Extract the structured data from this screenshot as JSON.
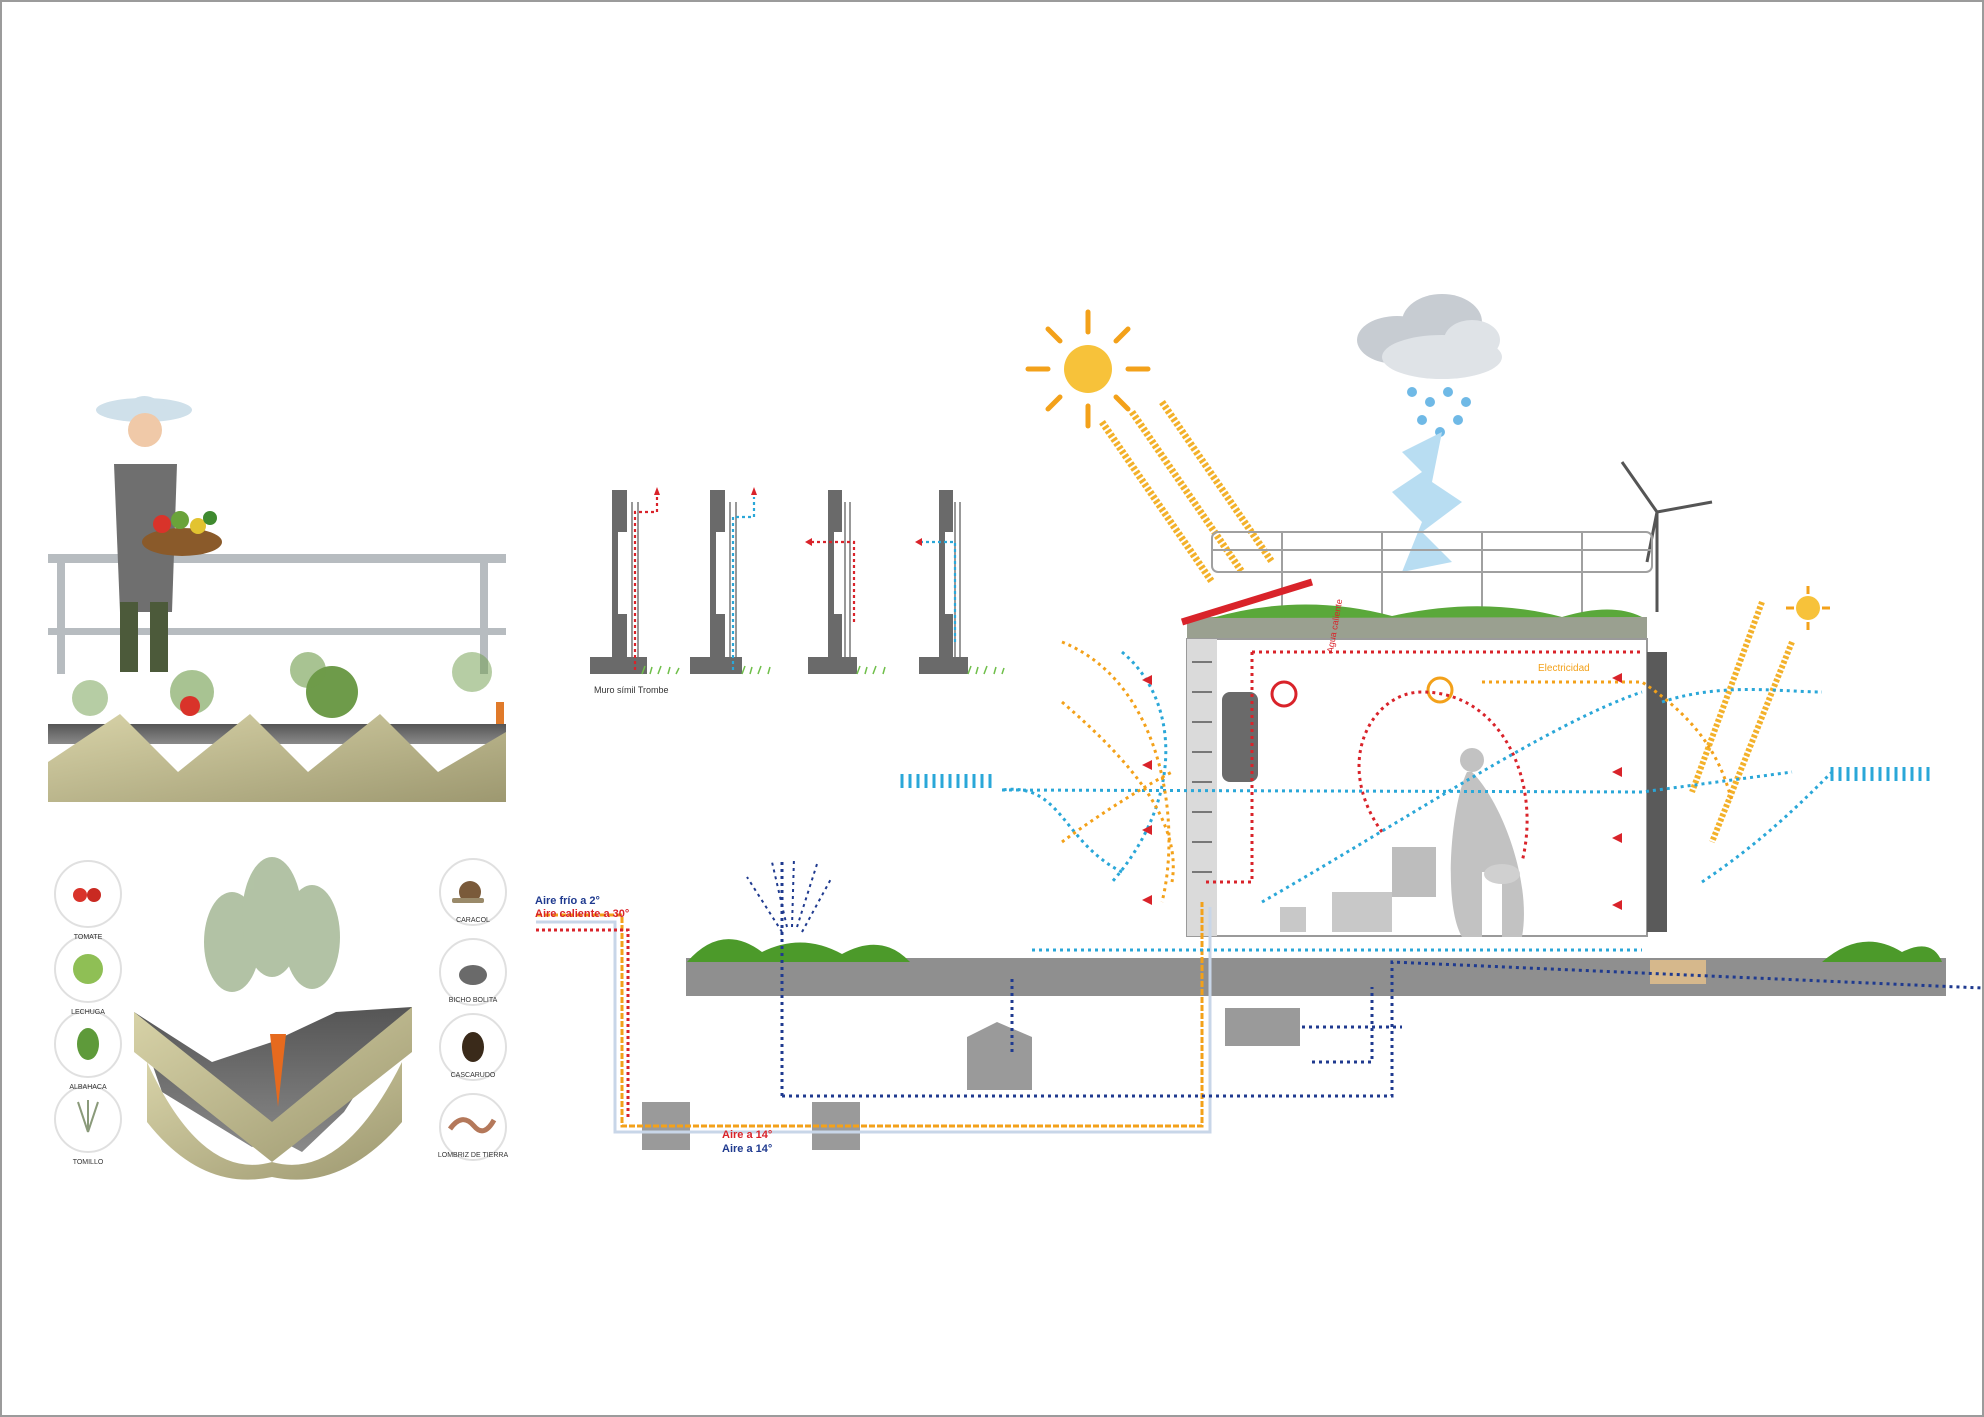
{
  "labels": {
    "trombe": "Muro símil Trombe",
    "agua_caliente": "Agua caliente",
    "electricidad": "Electricidad",
    "aire_frio": "Aire frío a 2°",
    "aire_caliente": "Aire caliente a 30°",
    "aire_14_red": "Aire a 14°",
    "aire_14_blue": "Aire a 14°"
  },
  "plants": [
    "TOMATE",
    "LECHUGA",
    "ALBAHACA",
    "TOMILLO"
  ],
  "fauna": [
    "CARACOL",
    "BICHO BOLITA",
    "CASCARUDO",
    "LOMBRIZ DE TIERRA"
  ],
  "colors": {
    "red": "#d9232a",
    "blue": "#1f3a8f",
    "cyan": "#2aa7d8",
    "orange": "#f3a11a",
    "grey": "#8f8f8f",
    "green": "#4c9a2a"
  }
}
